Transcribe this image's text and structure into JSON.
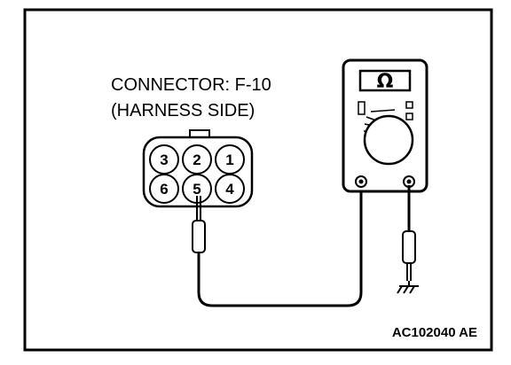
{
  "connector": {
    "title": "CONNECTOR: F-10",
    "subtitle": "(HARNESS SIDE)",
    "pins": [
      {
        "label": "3"
      },
      {
        "label": "2"
      },
      {
        "label": "1"
      },
      {
        "label": "6"
      },
      {
        "label": "5"
      },
      {
        "label": "4"
      }
    ],
    "probed_pin": "5"
  },
  "meter": {
    "unit_symbol": "Ω",
    "mode": "resistance"
  },
  "probe_to": "ground-icon",
  "figure_code": "AC102040 AE"
}
